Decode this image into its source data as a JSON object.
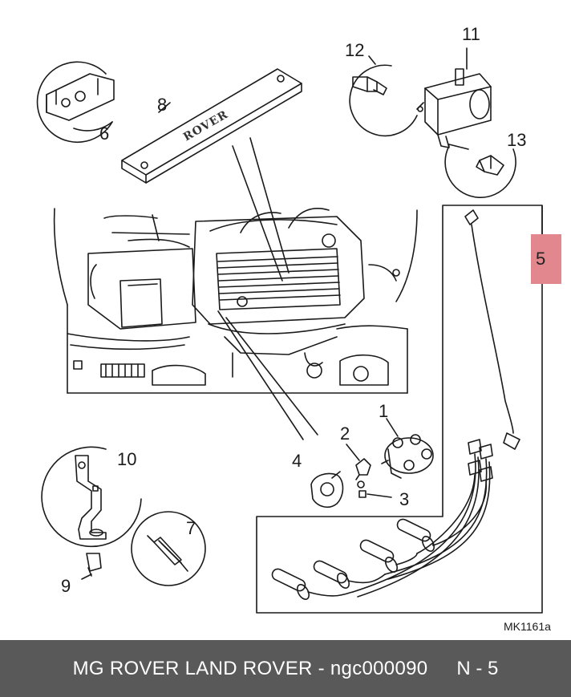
{
  "callouts": {
    "c1": "1",
    "c2": "2",
    "c3": "3",
    "c4": "4",
    "c5": "5",
    "c6": "6",
    "c7": "7",
    "c8": "8",
    "c9": "9",
    "c10": "10",
    "c11": "11",
    "c12": "12",
    "c13": "13"
  },
  "cover_plate_text": "ROVER",
  "drawing_ref": "MK1161a",
  "highlight_color": "#e3878e",
  "footer": {
    "text": "MG ROVER LAND ROVER - ngc000090",
    "page": "N - 5"
  }
}
